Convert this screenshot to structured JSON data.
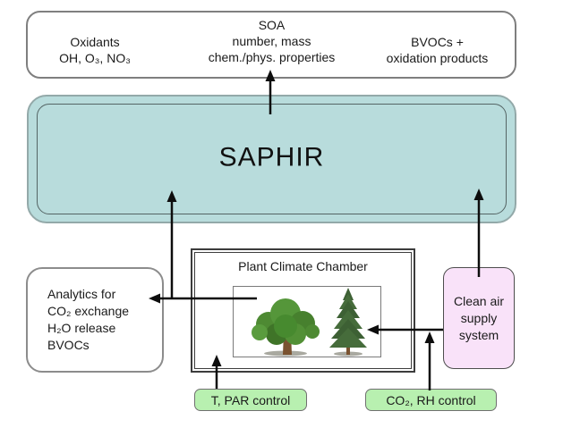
{
  "outputs_box": {
    "oxidants": [
      "Oxidants",
      "OH, O₃, NO₃"
    ],
    "soa": [
      "SOA",
      "number, mass",
      "chem./phys. properties"
    ],
    "bvocs": [
      "BVOCs +",
      "oxidation products"
    ]
  },
  "saphir": {
    "label": "SAPHIR"
  },
  "analytics_box": {
    "lines": [
      "Analytics for",
      "CO₂ exchange",
      "H₂O release",
      "BVOCs"
    ]
  },
  "plant_chamber": {
    "title": "Plant Climate Chamber",
    "images": [
      "deciduous-tree",
      "conifer-tree"
    ]
  },
  "clean_air_box": {
    "lines": [
      "Clean air",
      "supply",
      "system"
    ]
  },
  "controls": {
    "t_par": "T, PAR control",
    "co2_rh": "CO₂, RH control"
  },
  "edges": [
    {
      "from": "SAPHIR",
      "to": "SOA / Oxidants / BVOCs outputs"
    },
    {
      "from": "Plant Climate Chamber",
      "to": "SAPHIR"
    },
    {
      "from": "Plant Climate Chamber",
      "to": "Analytics"
    },
    {
      "from": "Clean air supply system",
      "to": "SAPHIR"
    },
    {
      "from": "Clean air supply system",
      "to": "Plant Climate Chamber"
    },
    {
      "from": "CO₂, RH control",
      "to": "Clean air supply line"
    },
    {
      "from": "T, PAR control",
      "to": "Plant Climate Chamber"
    }
  ],
  "colors": {
    "saphir_fill": "#b8dcdc",
    "clean_air_fill": "#f9e2f9",
    "control_fill": "#b8f0b0"
  }
}
